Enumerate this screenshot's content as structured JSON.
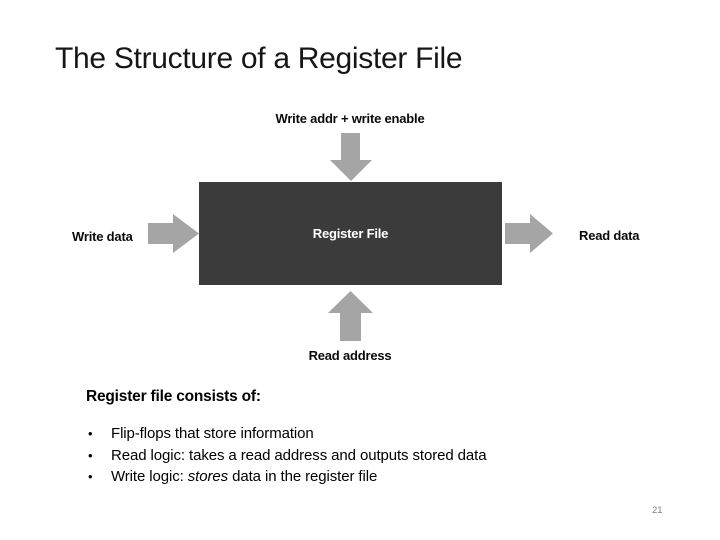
{
  "slide": {
    "title": "The Structure of a Register File",
    "page_number": "21",
    "bullet_char": "•"
  },
  "diagram": {
    "top_label": "Write addr + write enable",
    "left_label": "Write data",
    "box_label": "Register File",
    "right_label": "Read data",
    "bottom_label": "Read address",
    "colors": {
      "box_fill": "#3b3b3b",
      "box_text": "#ffffff",
      "arrow_fill": "#a5a5a5",
      "title_text": "#161616",
      "body_text": "#000000",
      "page_number_text": "#7f7f7f"
    }
  },
  "body": {
    "heading": "Register file consists of:",
    "bullets": [
      {
        "pre": "Flip-flops that store information",
        "italic": "",
        "post": ""
      },
      {
        "pre": "Read logic: takes a read address and outputs stored data",
        "italic": "",
        "post": ""
      },
      {
        "pre": "Write logic: ",
        "italic": "stores",
        "post": " data in the register file"
      }
    ]
  }
}
